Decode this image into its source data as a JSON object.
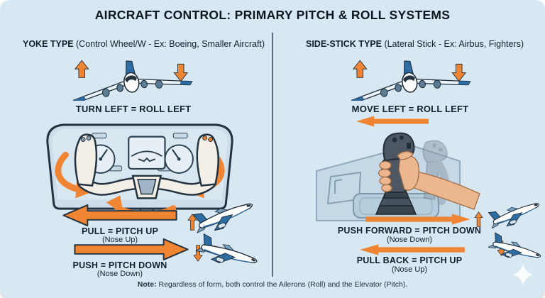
{
  "title": "AIRCRAFT CONTROL: PRIMARY PITCH & ROLL SYSTEMS",
  "yoke": {
    "heading_bold": "YOKE TYPE",
    "heading_rest": " (Control Wheel/W - Ex: Boeing, Smaller Aircraft)",
    "roll_label": "TURN LEFT = ROLL LEFT",
    "rows": [
      {
        "label": "PULL = PITCH UP",
        "sub": "(Nose Up)",
        "arrow_direction": "left"
      },
      {
        "label": "PUSH = PITCH DOWN",
        "sub": "(Nose Down)",
        "arrow_direction": "right"
      }
    ]
  },
  "sidestick": {
    "heading_bold": "SIDE-STICK TYPE",
    "heading_rest": " (Lateral Stick - Ex: Airbus, Fighters)",
    "roll_label": "MOVE LEFT = ROLL LEFT",
    "rows": [
      {
        "label": "PUSH FORWARD = PITCH DOWN",
        "sub": "(Nose Down)",
        "arrow_direction": "right"
      },
      {
        "label": "PULL BACK = PITCH UP",
        "sub": "(Nose Up)",
        "arrow_direction": "left"
      }
    ]
  },
  "note": {
    "bold": "Note:",
    "rest": " Regardless of form, both control the Ailerons (Roll) and the Elevator (Pitch)."
  },
  "colors": {
    "background": "#d8e8f2",
    "arrow_orange": "#ef8532",
    "outline_dark": "#1d2a35",
    "accent_blue": "#2e6da3",
    "divider": "#5c707f"
  },
  "icons": {
    "sparkle": "four-point-star",
    "front_airliner": "airliner-front-view",
    "climbing_plane": "airplane-nose-up",
    "descending_plane": "airplane-nose-down"
  }
}
